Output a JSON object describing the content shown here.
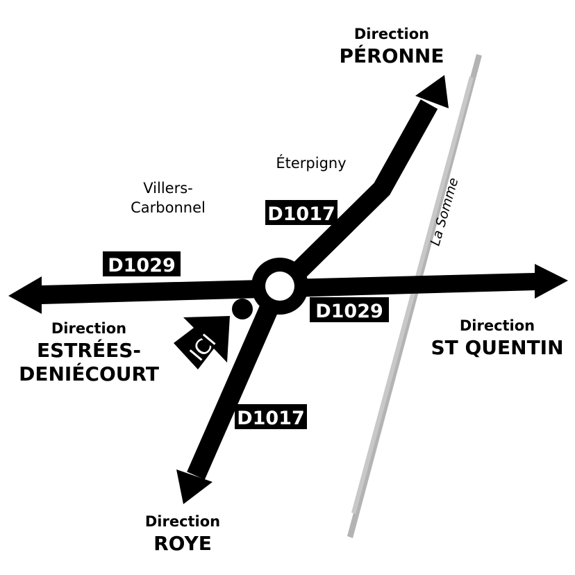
{
  "places": {
    "eterpigny": "Éterpigny",
    "villers_1": "Villers-",
    "villers_2": "Carbonnel"
  },
  "river": "La Somme",
  "road_labels": {
    "d1017_north": "D1017",
    "d1029_west": "D1029",
    "d1029_east": "D1029",
    "d1017_south": "D1017"
  },
  "directions": {
    "peronne": {
      "prefix": "Direction",
      "name": "PÉRONNE"
    },
    "estrees": {
      "prefix": "Direction",
      "name_1": "ESTRÉES-",
      "name_2": "DENIÉCOURT"
    },
    "st_quentin": {
      "prefix": "Direction",
      "name": "ST QUENTIN"
    },
    "roye": {
      "prefix": "Direction",
      "name": "ROYE"
    }
  },
  "marker": {
    "label": "ICI"
  },
  "colors": {
    "road": "#000000",
    "river": "#b3b3b3"
  }
}
